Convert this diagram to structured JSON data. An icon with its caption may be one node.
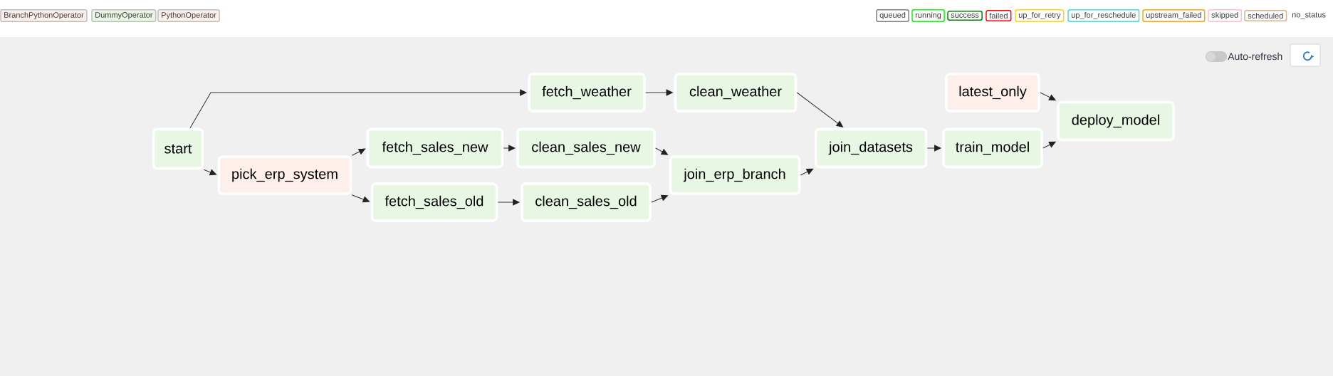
{
  "diagram": {
    "nodes": [
      {
        "text": [
          "start"
        ]
      },
      {
        "text": [
          "pick_erp_system"
        ]
      },
      {
        "text": [
          "fetch_weather"
        ]
      },
      {
        "text": [
          "clean_weather"
        ]
      },
      {
        "text": [
          "fetch_sales_new"
        ]
      },
      {
        "text": [
          "clean_sales_new"
        ]
      },
      {
        "text": [
          "fetch_sales_old"
        ]
      },
      {
        "text": [
          "clean_sales_old"
        ]
      },
      {
        "text": [
          "join_erp_branch"
        ]
      },
      {
        "text": [
          "join_datasets"
        ]
      },
      {
        "text": [
          "latest_only"
        ]
      },
      {
        "text": [
          "train_model"
        ]
      },
      {
        "text": [
          "deploy_model"
        ]
      }
    ],
    "edges": [
      {
        "from": 0,
        "to": 2,
        "arrow": "to"
      },
      {
        "from": 0,
        "to": 1,
        "arrow": "to"
      },
      {
        "from": 1,
        "to": 4,
        "arrow": "to"
      },
      {
        "from": 1,
        "to": 6,
        "arrow": "to"
      },
      {
        "from": 2,
        "to": 3,
        "arrow": "to"
      },
      {
        "from": 4,
        "to": 5,
        "arrow": "to"
      },
      {
        "from": 6,
        "to": 7,
        "arrow": "to"
      },
      {
        "from": 5,
        "to": 8,
        "arrow": "to"
      },
      {
        "from": 7,
        "to": 8,
        "arrow": "to"
      },
      {
        "from": 3,
        "to": 9,
        "arrow": "to"
      },
      {
        "from": 8,
        "to": 9,
        "arrow": "to"
      },
      {
        "from": 9,
        "to": 11,
        "arrow": "to"
      },
      {
        "from": 10,
        "to": 12,
        "arrow": "to"
      },
      {
        "from": 11,
        "to": 12,
        "arrow": "to"
      }
    ],
    "labels": [
      "Auto-refresh"
    ],
    "legend": [
      {
        "text": "BranchPythonOperator",
        "color": "#ffefeb"
      },
      {
        "text": "DummyOperator",
        "color": "#e8f7e4"
      },
      {
        "text": "PythonOperator",
        "color": "#ffefeb"
      },
      {
        "text": "queued",
        "color": "#808080"
      },
      {
        "text": "running",
        "color": "#00ff00"
      },
      {
        "text": "success",
        "color": "#008000"
      },
      {
        "text": "failed",
        "color": "#ff0000"
      },
      {
        "text": "up_for_retry",
        "color": "#ffd700"
      },
      {
        "text": "up_for_reschedule",
        "color": "#40e0d0"
      },
      {
        "text": "upstream_failed",
        "color": "#ffa500"
      },
      {
        "text": "skipped",
        "color": "#ffc0cb"
      },
      {
        "text": "scheduled",
        "color": "#d2b48c"
      },
      {
        "text": "no_status"
      }
    ]
  }
}
